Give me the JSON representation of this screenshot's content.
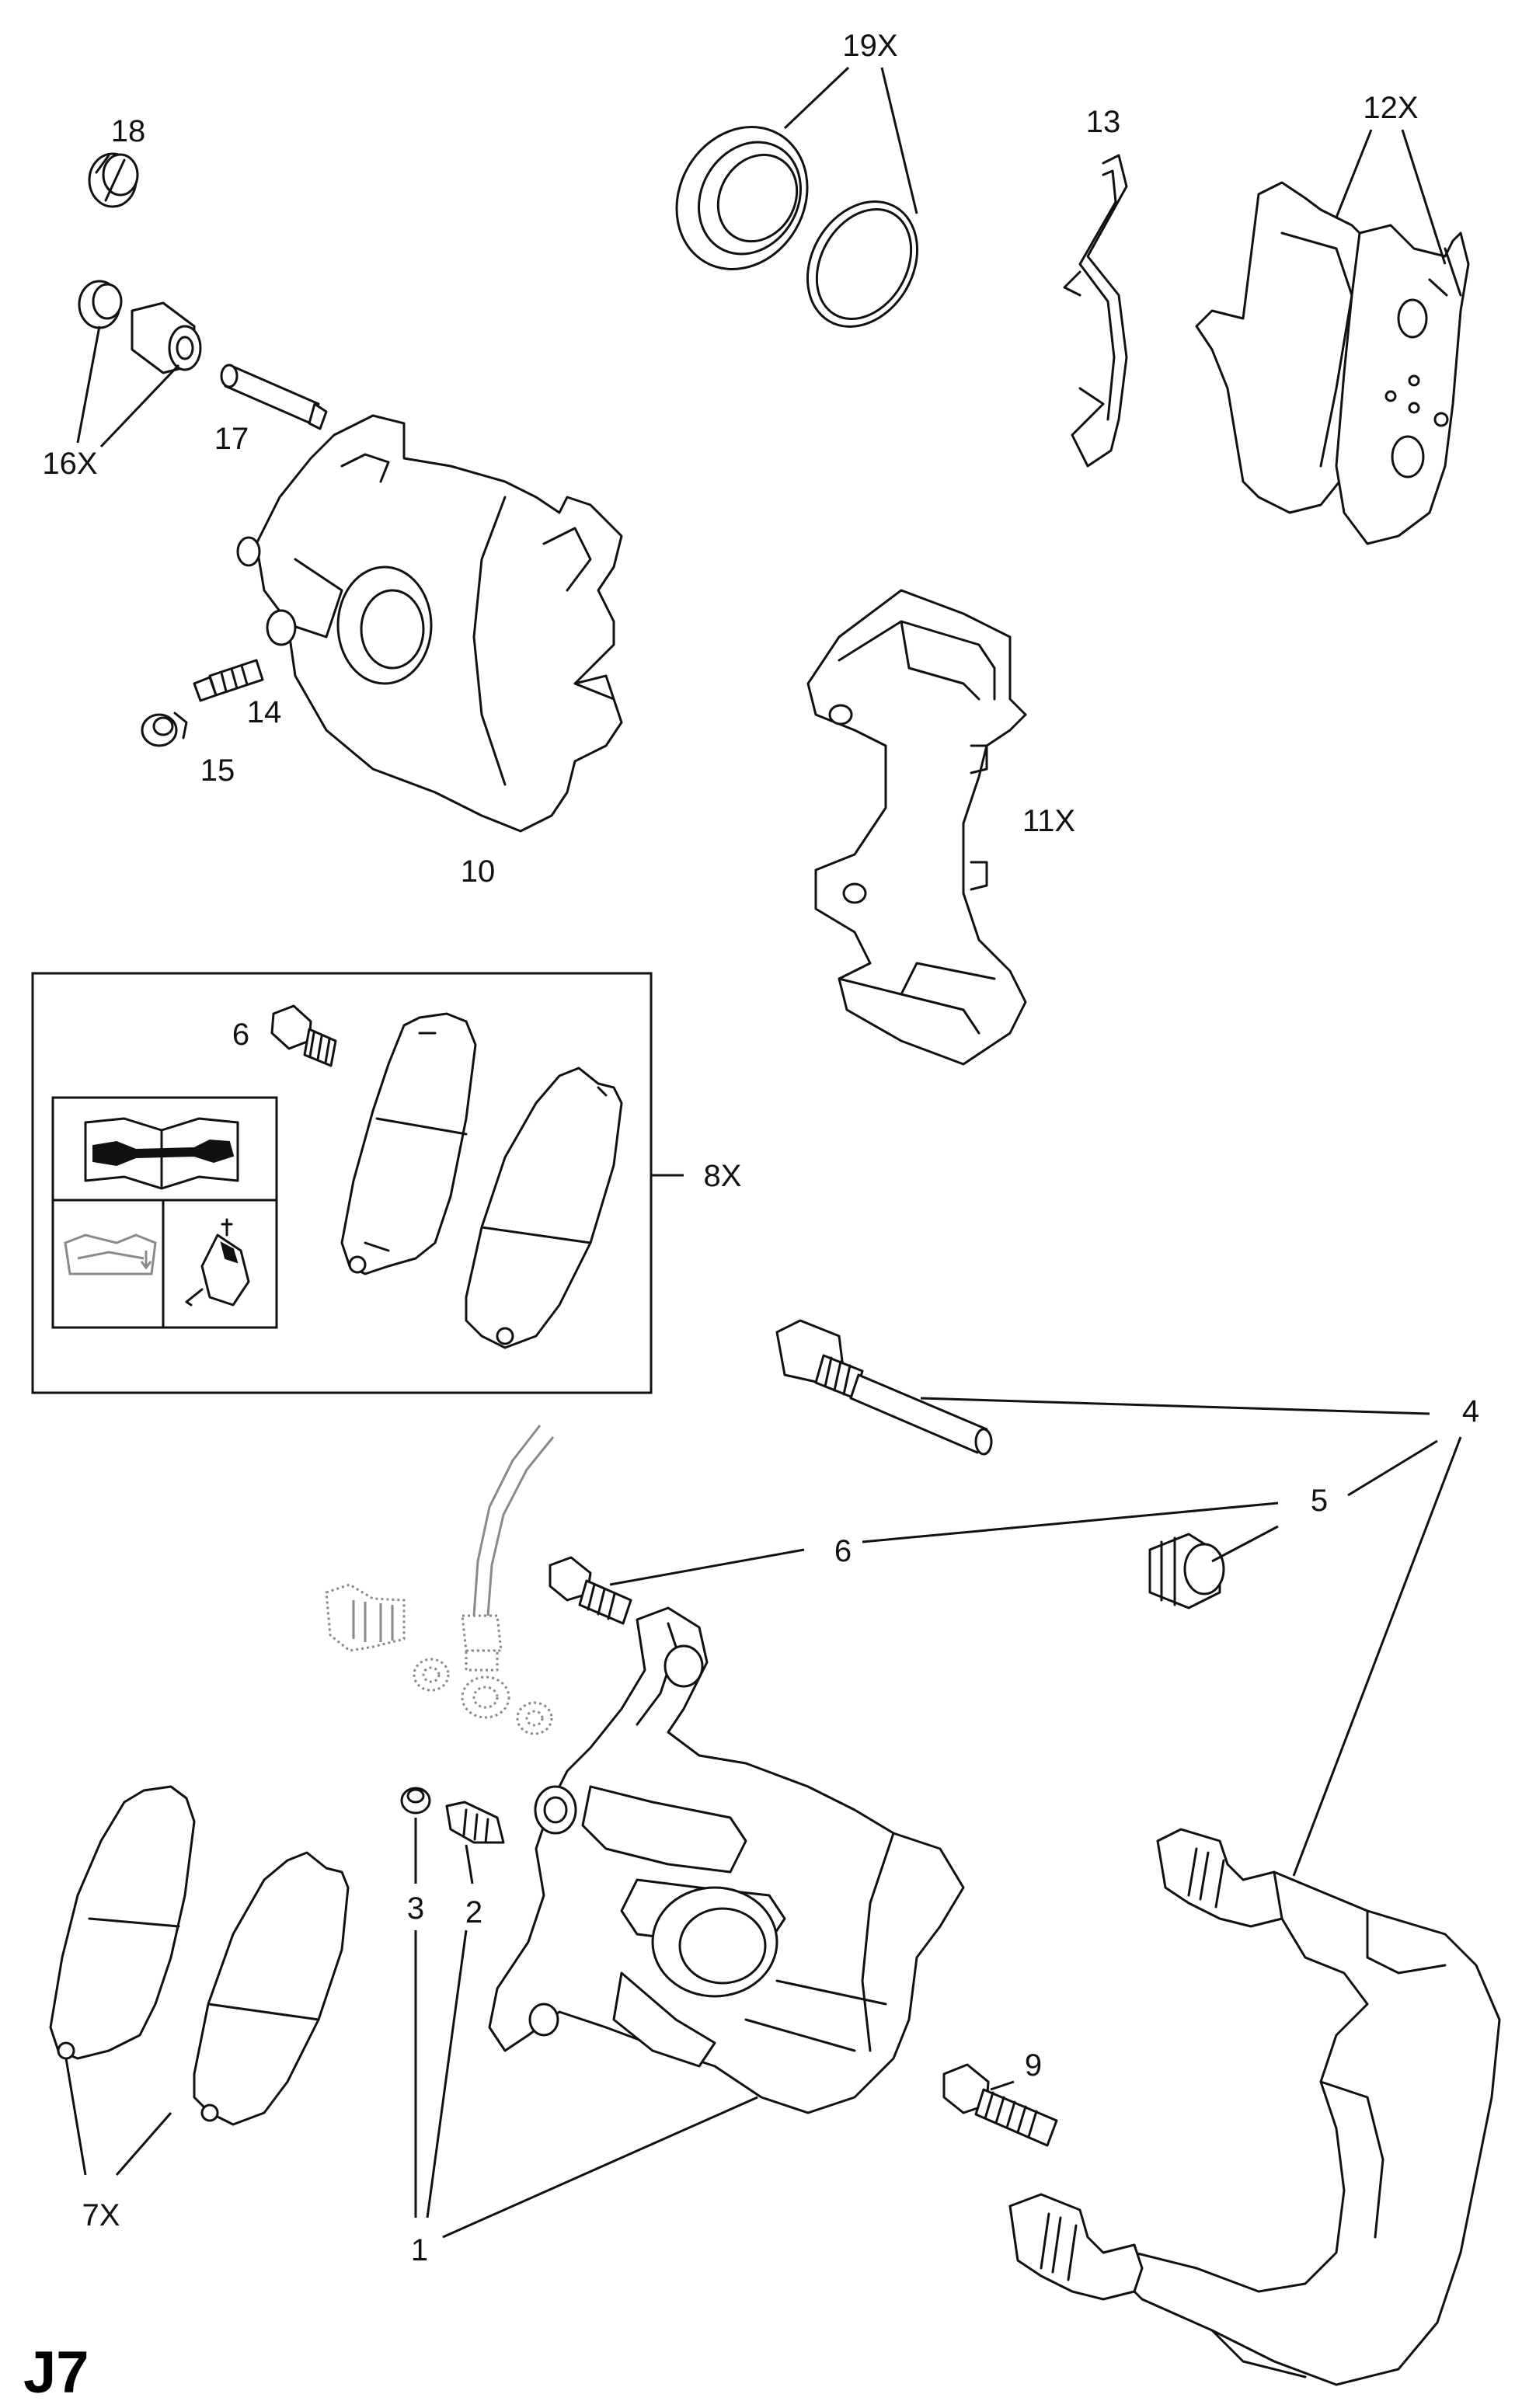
{
  "page": {
    "code": "J7"
  },
  "colors": {
    "line": "#111111",
    "ghost": "#8a8a8a",
    "background": "#ffffff"
  },
  "callouts": [
    {
      "id": "c18",
      "text": "18"
    },
    {
      "id": "c19x",
      "text": "19X"
    },
    {
      "id": "c13",
      "text": "13"
    },
    {
      "id": "c12x",
      "text": "12X"
    },
    {
      "id": "c16x",
      "text": "16X"
    },
    {
      "id": "c17",
      "text": "17"
    },
    {
      "id": "c14",
      "text": "14"
    },
    {
      "id": "c15",
      "text": "15"
    },
    {
      "id": "c10",
      "text": "10"
    },
    {
      "id": "c11x",
      "text": "11X"
    },
    {
      "id": "c6a",
      "text": "6"
    },
    {
      "id": "c8x",
      "text": "8X"
    },
    {
      "id": "c4",
      "text": "4"
    },
    {
      "id": "c5",
      "text": "5"
    },
    {
      "id": "c6b",
      "text": "6"
    },
    {
      "id": "c3",
      "text": "3"
    },
    {
      "id": "c2",
      "text": "2"
    },
    {
      "id": "c9",
      "text": "9"
    },
    {
      "id": "c7x",
      "text": "7X"
    },
    {
      "id": "c1",
      "text": "1"
    }
  ],
  "icons": [
    "service-manual-icon",
    "fluid-level-icon",
    "grease-tube-icon"
  ]
}
